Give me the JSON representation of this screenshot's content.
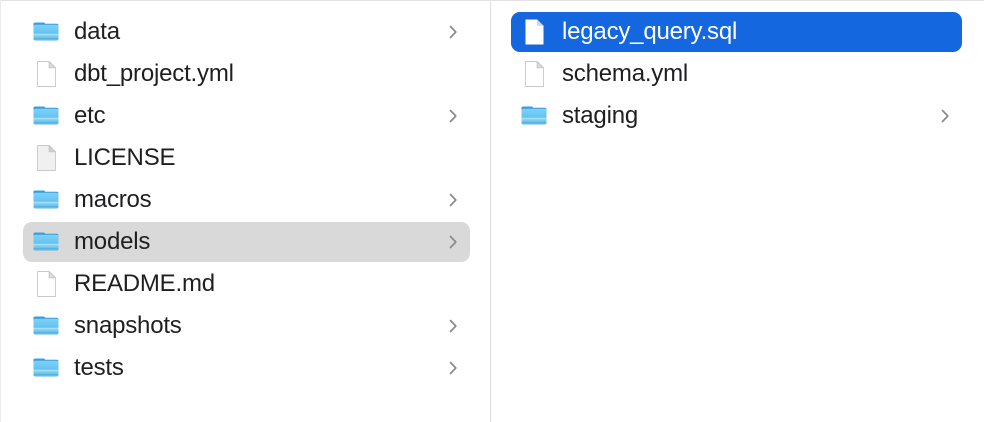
{
  "window": {
    "view_mode": "column",
    "background_color": "#ffffff",
    "divider_color": "#e0e0e0",
    "selection_active_color": "#1567e0",
    "selection_inactive_color": "#d9d9d9",
    "text_color": "#1f1f21",
    "selected_text_color": "#ffffff",
    "folder_icon_color": "#53b9ef",
    "chevron_color": "#8a8a8e"
  },
  "columns": [
    {
      "name": "column-parent",
      "items": [
        {
          "label": "data",
          "kind": "folder",
          "icon": "folder-icon",
          "has_chevron": true,
          "selected": false,
          "selection_style": "none"
        },
        {
          "label": "dbt_project.yml",
          "kind": "file",
          "icon": "document-icon",
          "has_chevron": false,
          "selected": false,
          "selection_style": "none"
        },
        {
          "label": "etc",
          "kind": "folder",
          "icon": "folder-icon",
          "has_chevron": true,
          "selected": false,
          "selection_style": "none"
        },
        {
          "label": "LICENSE",
          "kind": "file",
          "icon": "plain-document-icon",
          "has_chevron": false,
          "selected": false,
          "selection_style": "none"
        },
        {
          "label": "macros",
          "kind": "folder",
          "icon": "folder-icon",
          "has_chevron": true,
          "selected": false,
          "selection_style": "none"
        },
        {
          "label": "models",
          "kind": "folder",
          "icon": "folder-icon",
          "has_chevron": true,
          "selected": true,
          "selection_style": "gray"
        },
        {
          "label": "README.md",
          "kind": "file",
          "icon": "document-icon",
          "has_chevron": false,
          "selected": false,
          "selection_style": "none"
        },
        {
          "label": "snapshots",
          "kind": "folder",
          "icon": "folder-icon",
          "has_chevron": true,
          "selected": false,
          "selection_style": "none"
        },
        {
          "label": "tests",
          "kind": "folder",
          "icon": "folder-icon",
          "has_chevron": true,
          "selected": false,
          "selection_style": "none"
        }
      ]
    },
    {
      "name": "column-models",
      "items": [
        {
          "label": "legacy_query.sql",
          "kind": "file",
          "icon": "document-icon",
          "has_chevron": false,
          "selected": true,
          "selection_style": "blue"
        },
        {
          "label": "schema.yml",
          "kind": "file",
          "icon": "document-icon",
          "has_chevron": false,
          "selected": false,
          "selection_style": "none"
        },
        {
          "label": "staging",
          "kind": "folder",
          "icon": "folder-icon",
          "has_chevron": true,
          "selected": false,
          "selection_style": "none"
        }
      ]
    }
  ]
}
